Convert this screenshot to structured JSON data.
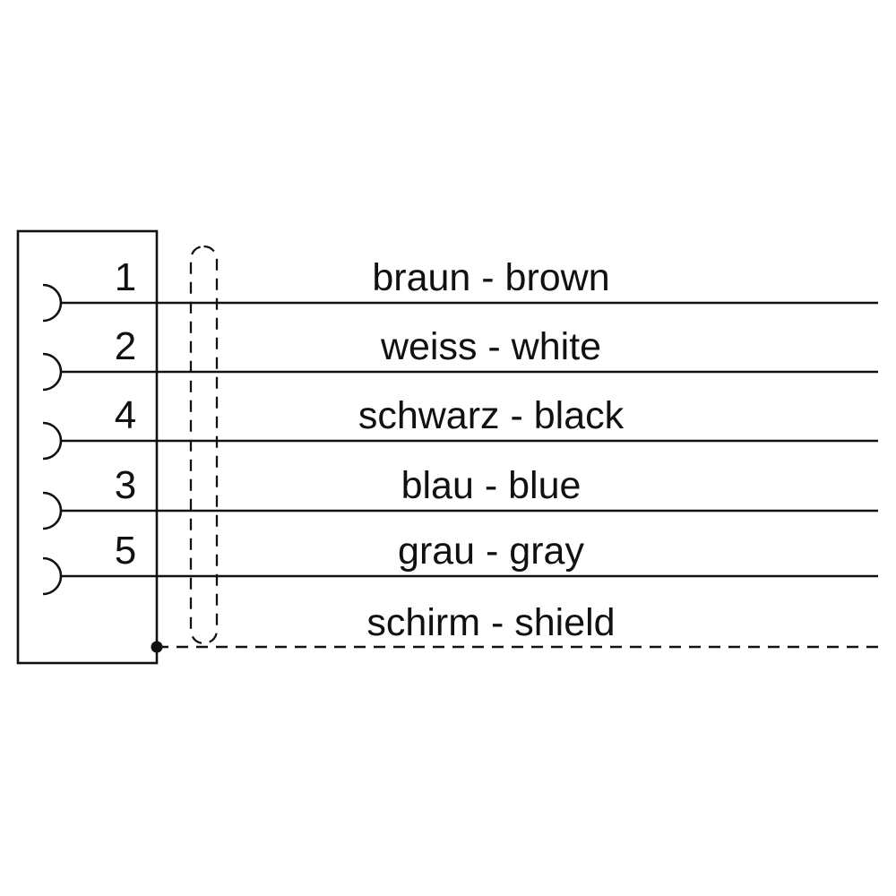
{
  "pins": [
    {
      "number": "1",
      "label": "braun - brown"
    },
    {
      "number": "2",
      "label": "weiss - white"
    },
    {
      "number": "4",
      "label": "schwarz - black"
    },
    {
      "number": "3",
      "label": "blau - blue"
    },
    {
      "number": "5",
      "label": "grau - gray"
    }
  ],
  "shield": {
    "label": "schirm - shield"
  },
  "colors": {
    "ink": "#111111",
    "background": "#ffffff"
  }
}
